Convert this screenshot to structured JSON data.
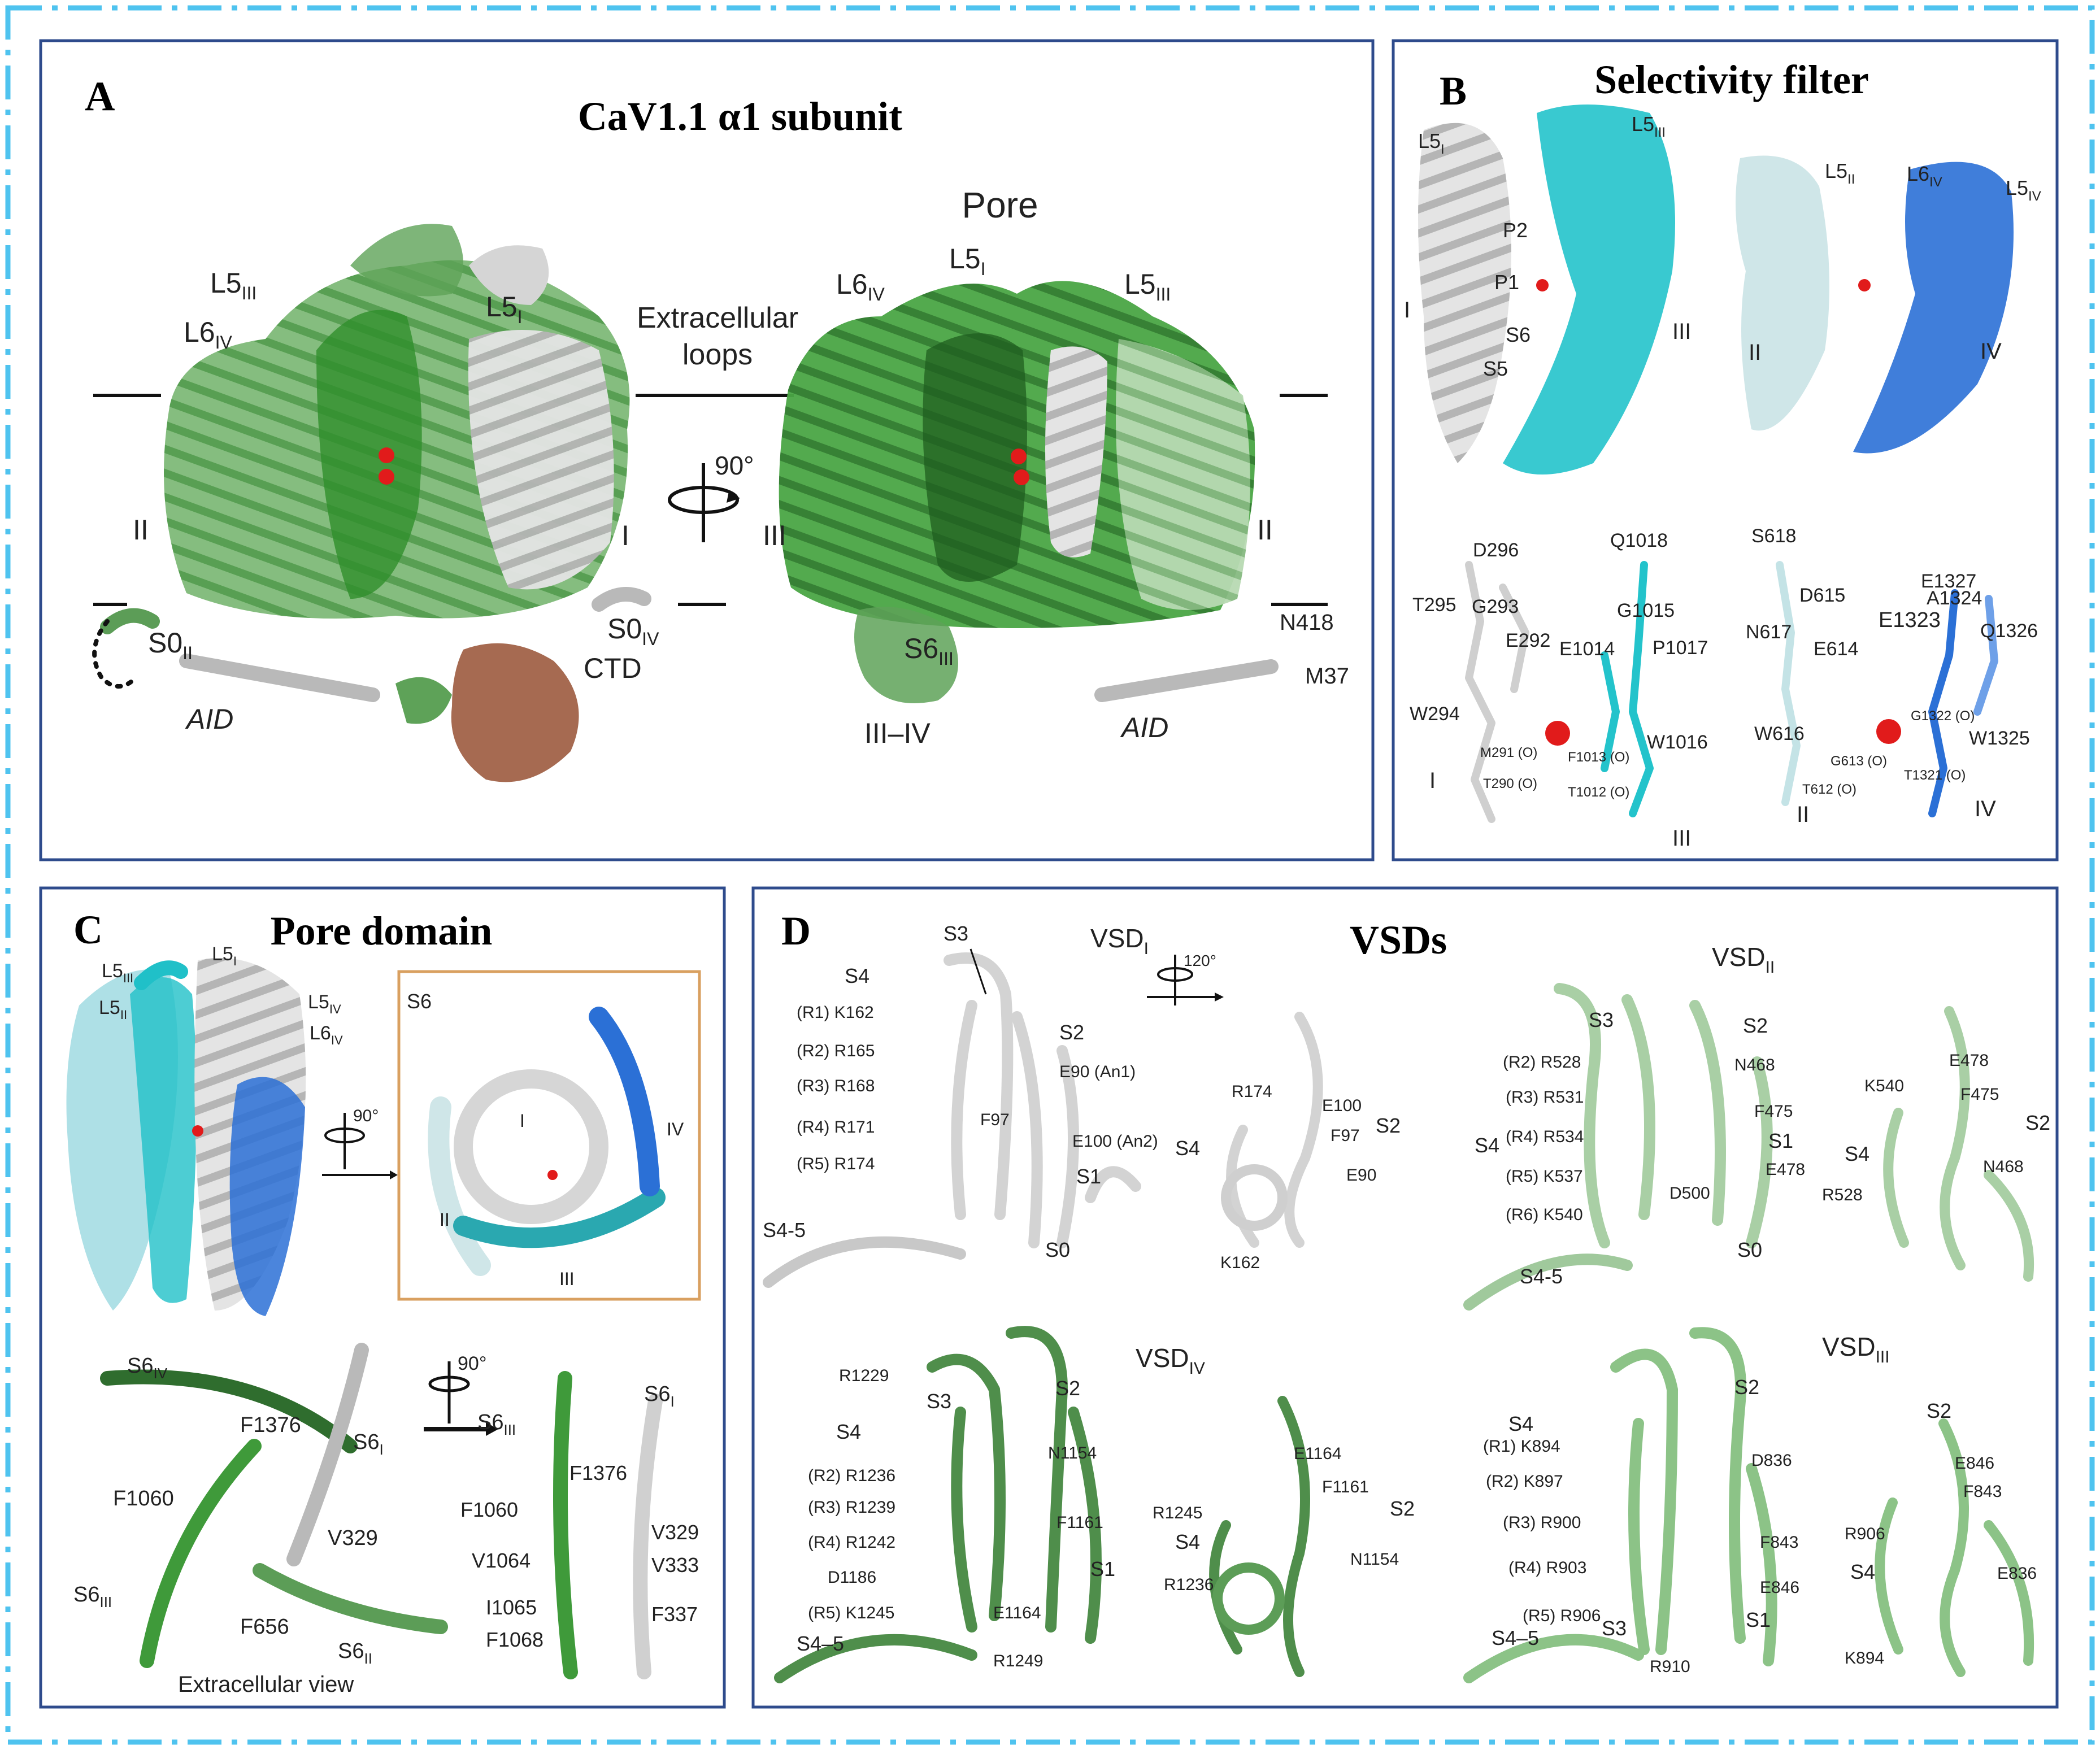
{
  "colors": {
    "outer_border": "#4fc3ef",
    "panel_border": "#2e4b8c",
    "inset_border": "#d9a060",
    "ion": "#e11b1b"
  },
  "panelA": {
    "letter": "A",
    "title": "CaV1.1 α1 subunit",
    "pore": "Pore",
    "extracellular": "Extracellular",
    "loops": "loops",
    "rotate": "90°",
    "left": {
      "l5iii": "L5",
      "l5iii_sub": "III",
      "l6iv": "L6",
      "l6iv_sub": "IV",
      "l5i": "L5",
      "l5i_sub": "I",
      "ii": "II",
      "i": "I",
      "s0ii": "S0",
      "s0ii_sub": "II",
      "s0iv": "S0",
      "s0iv_sub": "IV",
      "aid": "AID",
      "ctd": "CTD"
    },
    "right": {
      "l6iv": "L6",
      "l6iv_sub": "IV",
      "l5i": "L5",
      "l5i_sub": "I",
      "l5iii": "L5",
      "l5iii_sub": "III",
      "iii": "III",
      "ii": "II",
      "s6iii": "S6",
      "s6iii_sub": "III",
      "iiiiv": "III–IV",
      "aid": "AID",
      "n418": "N418",
      "m37": "M37"
    }
  },
  "panelB": {
    "letter": "B",
    "title": "Selectivity filter",
    "top": {
      "l5i": "L5",
      "l5i_sub": "I",
      "p2": "P2",
      "p1": "P1",
      "i": "I",
      "s6": "S6",
      "s5": "S5",
      "l5iii": "L5",
      "l5iii_sub": "III",
      "iii": "III",
      "l5ii": "L5",
      "l5ii_sub": "II",
      "l6iv": "L6",
      "l6iv_sub": "IV",
      "l5iv": "L5",
      "l5iv_sub": "IV",
      "ii": "II",
      "iv": "IV"
    },
    "bottom": {
      "d296": "D296",
      "t295": "T295",
      "g293": "G293",
      "e292": "E292",
      "w294": "W294",
      "m291": "M291 (O)",
      "t290": "T290 (O)",
      "i": "I",
      "q1018": "Q1018",
      "g1015": "G1015",
      "e1014": "E1014",
      "p1017": "P1017",
      "w1016": "W1016",
      "f1013": "F1013 (O)",
      "t1012": "T1012 (O)",
      "iii": "III",
      "s618": "S618",
      "d615": "D615",
      "n617": "N617",
      "e614": "E614",
      "w616": "W616",
      "g613": "G613 (O)",
      "t612": "T612 (O)",
      "ii": "II",
      "e1327": "E1327",
      "a1324": "A1324",
      "e1323": "E1323",
      "q1326": "Q1326",
      "g1322": "G1322 (O)",
      "w1325": "W1325",
      "t1321": "T1321 (O)",
      "iv": "IV"
    }
  },
  "panelC": {
    "letter": "C",
    "title": "Pore domain",
    "top": {
      "l5iii": "L5",
      "l5iii_sub": "III",
      "l5i": "L5",
      "l5i_sub": "I",
      "l5iv": "L5",
      "l5iv_sub": "IV",
      "l5ii": "L5",
      "l5ii_sub": "II",
      "l6iv": "L6",
      "l6iv_sub": "IV",
      "rotate": "90°"
    },
    "inset": {
      "s6": "S6",
      "i": "I",
      "iv": "IV",
      "ii": "II",
      "iii": "III"
    },
    "bottom": {
      "s6iv": "S6",
      "s6iv_sub": "IV",
      "f1376": "F1376",
      "s6i": "S6",
      "s6i_sub": "I",
      "f1060": "F1060",
      "v329": "V329",
      "s6iii": "S6",
      "s6iii_sub": "III",
      "f656": "F656",
      "s6ii": "S6",
      "s6ii_sub": "II",
      "extracellular_view": "Extracellular view",
      "rotate": "90°",
      "r_s6iii": "S6",
      "r_s6iii_sub": "III",
      "r_s6i": "S6",
      "r_s6i_sub": "I",
      "r_f1376": "F1376",
      "r_f1060": "F1060",
      "r_v329": "V329",
      "r_v1064": "V1064",
      "r_v333": "V333",
      "r_i1065": "I1065",
      "r_f337": "F337",
      "r_f1068": "F1068"
    }
  },
  "panelD": {
    "letter": "D",
    "title": "VSDs",
    "rotate": "120°",
    "vsd1": {
      "name": "VSD",
      "sub": "I",
      "s3": "S3",
      "s4": "S4",
      "s2": "S2",
      "s1": "S1",
      "s0": "S0",
      "s45": "S4-5",
      "r1": "(R1)  K162",
      "r2": "(R2)  R165",
      "r3": "(R3)  R168",
      "r4": "(R4)  R171",
      "r5": "(R5)  R174",
      "e90": "E90 (An1)",
      "f97": "F97",
      "e100": "E100 (An2)"
    },
    "vsd1b": {
      "r174": "R174",
      "e100": "E100",
      "f97": "F97",
      "s2": "S2",
      "s4": "S4",
      "e90": "E90",
      "k162": "K162"
    },
    "vsd2": {
      "name": "VSD",
      "sub": "II",
      "s3": "S3",
      "s2": "S2",
      "s4": "S4",
      "s1": "S1",
      "s0": "S0",
      "s45": "S4-5",
      "r2": "(R2)  R528",
      "r3": "(R3)  R531",
      "r4": "(R4)  R534",
      "r5": "(R5)  K537",
      "r6": "(R6)  K540",
      "n468": "N468",
      "f475": "F475",
      "e478": "E478",
      "d500": "D500"
    },
    "vsd2b": {
      "k540": "K540",
      "e478": "E478",
      "f475": "F475",
      "s2": "S2",
      "s4": "S4",
      "n468": "N468",
      "r528": "R528"
    },
    "vsd4": {
      "name": "VSD",
      "sub": "IV",
      "r1229": "R1229",
      "s3": "S3",
      "s2": "S2",
      "s4": "S4",
      "n1154": "N1154",
      "r2": "(R2)  R1236",
      "r3": "(R3)  R1239",
      "r4": "(R4)  R1242",
      "d1186": "D1186",
      "r5": "(R5)  K1245",
      "f1161": "F1161",
      "s1": "S1",
      "e1164": "E1164",
      "s45": "S4–5",
      "r1249": "R1249"
    },
    "vsd4b": {
      "e1164": "E1164",
      "f1161": "F1161",
      "r1245": "R1245",
      "s2": "S2",
      "s4": "S4",
      "n1154": "N1154",
      "r1236": "R1236"
    },
    "vsd3": {
      "name": "VSD",
      "sub": "III",
      "s2": "S2",
      "s4": "S4",
      "r1": "(R1)  K894",
      "d836": "D836",
      "r2": "(R2)  K897",
      "r3": "(R3)  R900",
      "f843": "F843",
      "r4": "(R4)  R903",
      "e846": "E846",
      "r5": "(R5)  R906",
      "s3": "S3",
      "s1": "S1",
      "s45": "S4–5",
      "r910": "R910"
    },
    "vsd3b": {
      "s2": "S2",
      "e846": "E846",
      "f843": "F843",
      "r906": "R906",
      "s4": "S4",
      "e836": "E836",
      "k894": "K894"
    }
  }
}
